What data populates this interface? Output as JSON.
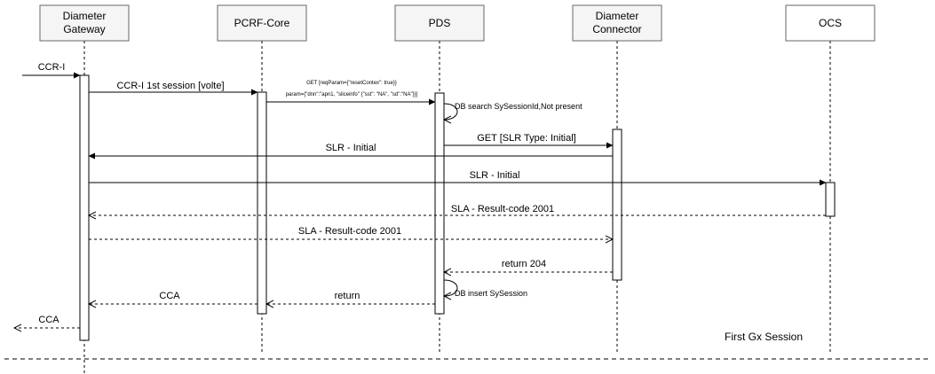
{
  "colors": {
    "box_gray": "#f5f5f5",
    "box_white": "#ffffff",
    "line": "#000000"
  },
  "participants": [
    {
      "id": "dgw",
      "line1": "Diameter",
      "line2": "Gateway",
      "fill": "gray"
    },
    {
      "id": "pcrf",
      "line1": "PCRF-Core",
      "line2": "",
      "fill": "gray"
    },
    {
      "id": "pds",
      "line1": "PDS",
      "line2": "",
      "fill": "gray"
    },
    {
      "id": "dc",
      "line1": "Diameter",
      "line2": "Connector",
      "fill": "gray"
    },
    {
      "id": "ocs",
      "line1": "OCS",
      "line2": "",
      "fill": "white"
    }
  ],
  "messages": {
    "ccr_i_in": "CCR-I",
    "ccr_i_session": "CCR-I 1st session [volte]",
    "get_line1": "GET [reqParam={\"resetContex\": true}}",
    "get_line2": "param={\"dnn\":\"apn1, \"sliceinfo\" {\"sst\": \"NA\", \"sd\":\"NA\"}}]",
    "db_search": "DB search SySessionId,Not present",
    "get_slr": "GET [SLR Type: Initial]",
    "slr_initial_dgw": "SLR - Initial",
    "slr_initial_ocs": "SLR - Initial",
    "sla_ocs": "SLA - Result-code 2001",
    "sla_dc": "SLA - Result-code 2001",
    "return_204": "return 204",
    "db_insert": "DB insert SySession",
    "return": "return",
    "cca_pcrf": "CCA",
    "cca_out": "CCA"
  },
  "note": "First Gx Session"
}
